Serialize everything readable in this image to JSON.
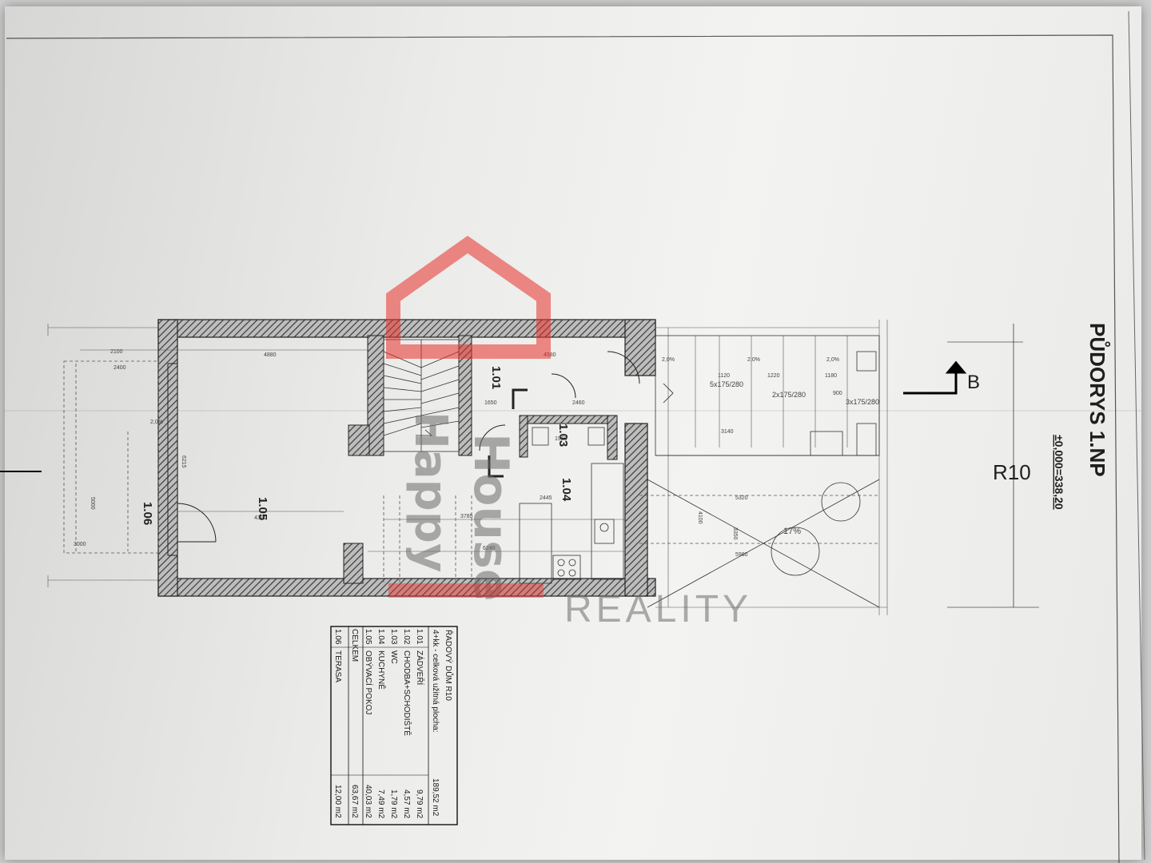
{
  "drawing": {
    "title": "PŮDORYS 1.NP",
    "level": "±0,000=338,20",
    "unit": "R10",
    "section": "B"
  },
  "rooms": [
    "1.01",
    "1.03",
    "1.04",
    "1.05",
    "1.06"
  ],
  "stairs": {
    "a": "5x175/280",
    "b": "2x175/280",
    "c": "3x175/280"
  },
  "slope": "17%",
  "dimensions": [
    "4880",
    "4580",
    "4300",
    "6240",
    "3785",
    "2445",
    "1650",
    "2460",
    "2400",
    "2100",
    "3000",
    "5000",
    "6215",
    "1120",
    "1220",
    "1180",
    "900",
    "3140",
    "5320",
    "5980",
    "3350",
    "4100",
    "1960",
    "2,0%"
  ],
  "legend": {
    "header": "ŘADOVÝ DŮM R10",
    "subheader_label": "4+kk - celková užitná plocha:",
    "subheader_value": "189,52 m2",
    "rows": [
      {
        "num": "1.01",
        "name": "ZÁDVEŘÍ",
        "area": "9,79 m2"
      },
      {
        "num": "1.02",
        "name": "CHODBA+SCHODIŠTĚ",
        "area": "4,57 m2"
      },
      {
        "num": "1.03",
        "name": "WC",
        "area": "1,79 m2"
      },
      {
        "num": "1.04",
        "name": "KUCHYNĚ",
        "area": "7,49 m2"
      },
      {
        "num": "1.05",
        "name": "OBÝVACÍ POKOJ",
        "area": "40,03 m2"
      }
    ],
    "total_label": "CELKEM",
    "total_value": "63,67 m2",
    "extra": {
      "num": "1.06",
      "name": "TERASA",
      "area": "12,00 m2"
    }
  },
  "watermark": {
    "line1": "Happy",
    "line2": "House",
    "line3": "REALITY",
    "color": "#e8302a"
  }
}
